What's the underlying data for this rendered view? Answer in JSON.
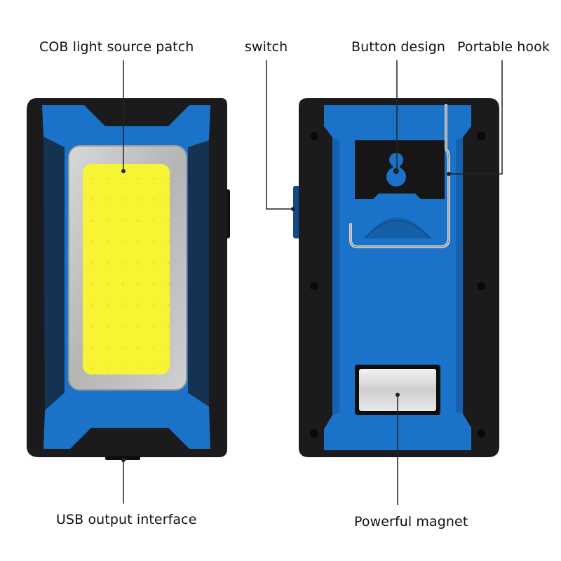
{
  "labels": {
    "cob": "COB light source patch",
    "switch": "switch",
    "button": "Button design",
    "hook": "Portable hook",
    "usb": "USB output interface",
    "magnet": "Powerful magnet"
  },
  "colors": {
    "body_black": "#1b1b1d",
    "casing_blue": "#1a73c8",
    "casing_blue_dark": "#0f4f94",
    "cob_yellow": "#f6f433",
    "cob_frame_silver": "#c9c9c9",
    "magnet_silver": "#d9d9d9",
    "leader_line": "#222222"
  }
}
